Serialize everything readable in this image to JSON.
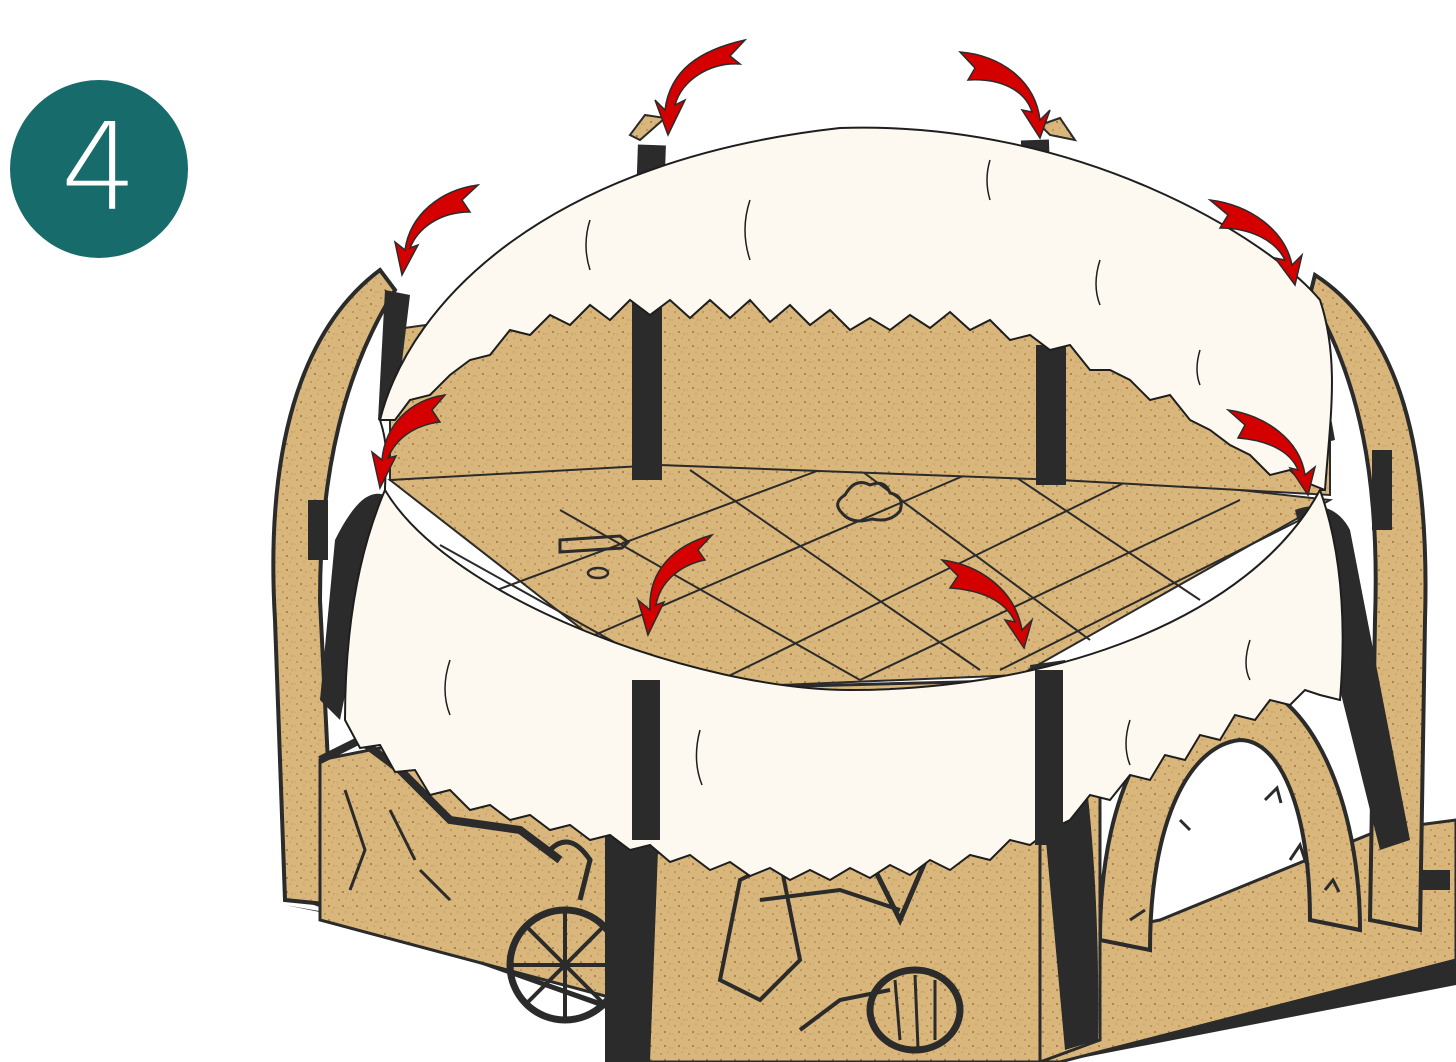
{
  "step": {
    "number": "4",
    "badge_color": "#186b6b"
  },
  "colors": {
    "mdf": "#d9b77c",
    "mdf_speck": "#b88e4e",
    "edge": "#2b2b2b",
    "cloth": "#fdf9f1",
    "arrow": "#d40000"
  },
  "icons": {
    "arrow": "curved-arrow-icon",
    "cloth": "fabric-canopy",
    "post": "wooden-post",
    "wall": "mdf-wall-panel"
  }
}
